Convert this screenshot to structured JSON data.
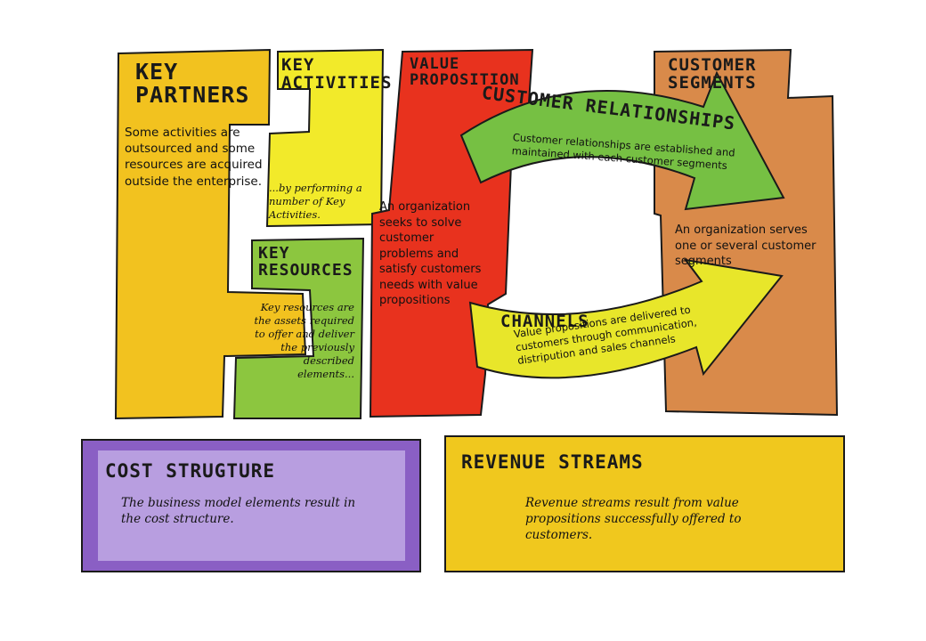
{
  "blocks": {
    "key_partners": {
      "title": "KEY PARTNERS",
      "text": "Some activities are outsourced and some resources are acquired outside the enterprise."
    },
    "key_activities": {
      "title": "KEY ACTIVITIES",
      "text": "...by performing a number of Key Activities."
    },
    "key_resources": {
      "title": "KEY RESOURCES",
      "text": "Key resources are the assets required to offer and deliver the previously described elements..."
    },
    "value_proposition": {
      "title": "VALUE PROPOSITION",
      "text": "An organization seeks to solve customer problems and satisfy customers needs with value propositions"
    },
    "customer_relationships": {
      "title": "CUSTOMER RELATIONSHIPS",
      "text": "Customer relationships are established and maintained with each customer segments"
    },
    "channels": {
      "title": "CHANNELS",
      "text": "Value propositions are delivered to customers through communication, distripution and sales channels"
    },
    "customer_segments": {
      "title": "CUSTOMER SEGMENTS",
      "text": "An organization serves one or several customer segments"
    },
    "cost_structure": {
      "title": "COST STRUGTURE",
      "text": "The business model elements result in the cost structure."
    },
    "revenue_streams": {
      "title": "REVENUE STREAMS",
      "text": "Revenue streams result from value propositions successfully offered to customers."
    }
  },
  "colors": {
    "key_partners": "#f2c21f",
    "key_activities": "#f2ea2a",
    "key_resources": "#8cc63f",
    "value_proposition": "#e8321e",
    "customer_segments": "#d98a4a",
    "cost_structure": "#8a5fc4",
    "revenue_streams": "#f0c81e",
    "arrow_top": "#76c043",
    "arrow_bottom": "#e8e62a",
    "outline": "#1a1a1a"
  }
}
